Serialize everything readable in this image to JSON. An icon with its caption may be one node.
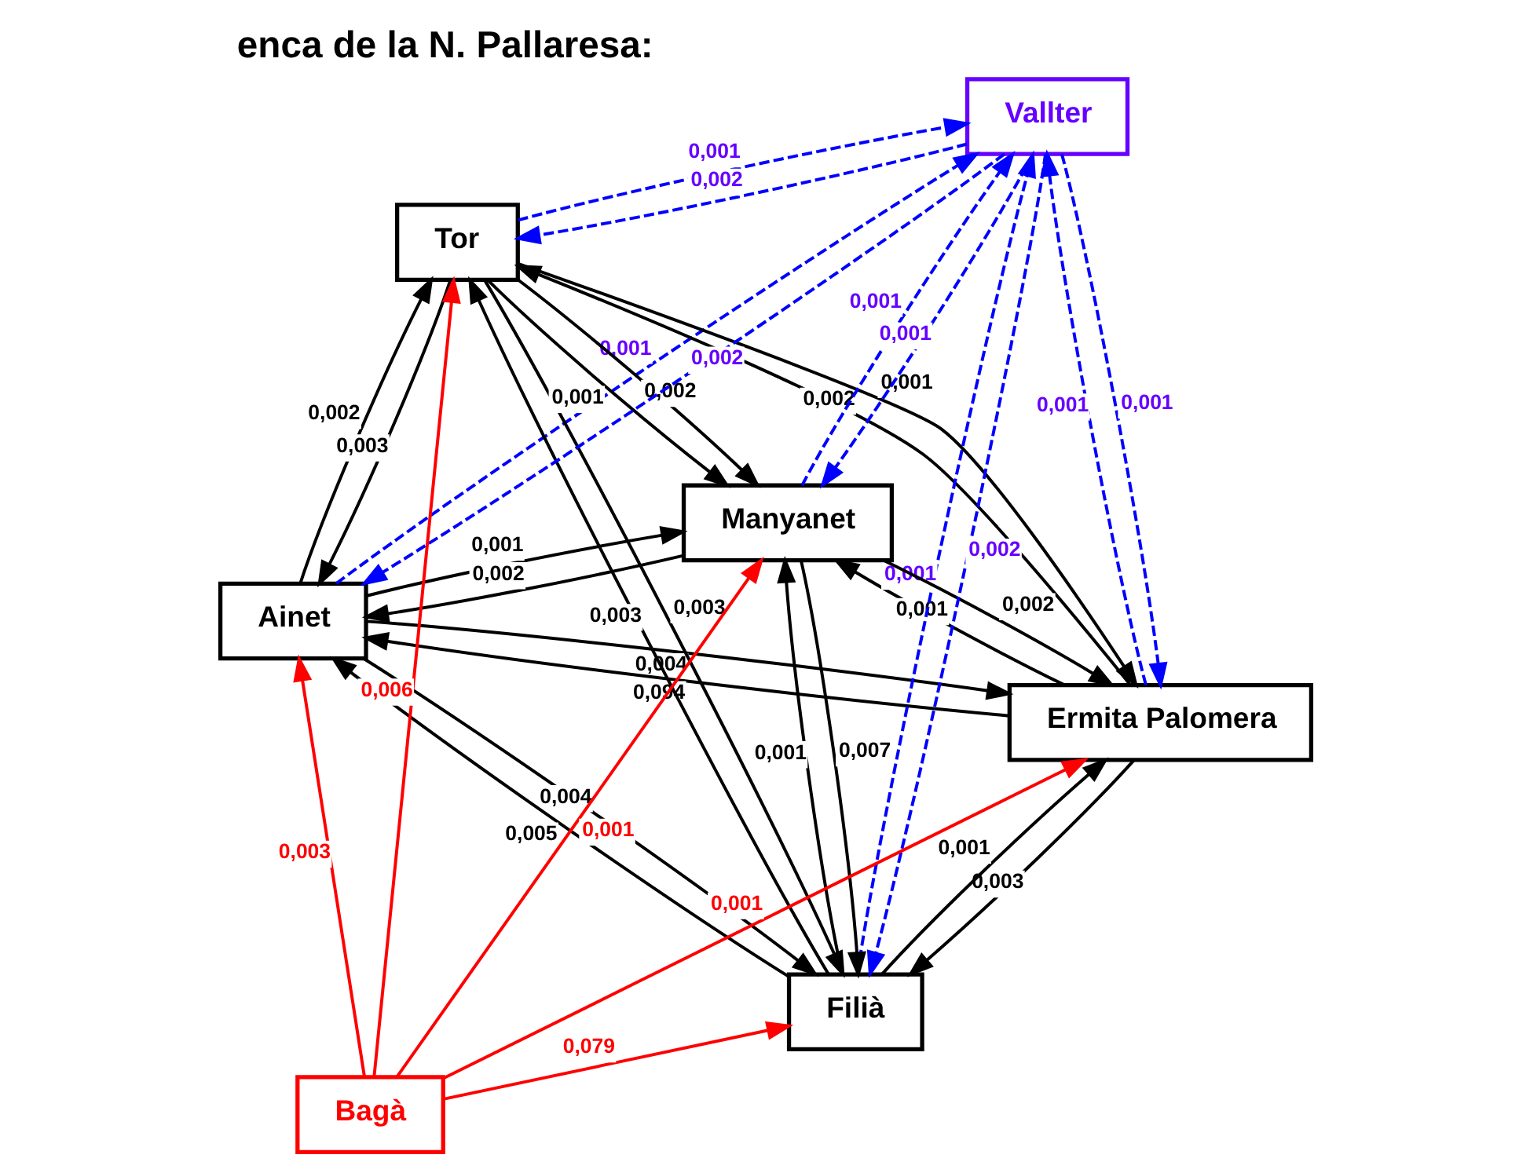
{
  "diagram": {
    "title": "enca de la N. Pallaresa:",
    "nodes": [
      {
        "text": [
          "Ainet"
        ]
      },
      {
        "text": [
          "Ermita Palomera"
        ]
      },
      {
        "text": [
          "Filià"
        ]
      },
      {
        "text": [
          "Tor"
        ]
      },
      {
        "text": [
          "Manyanet"
        ]
      },
      {
        "text": [
          "Vallter"
        ]
      },
      {
        "text": [
          "Bagà"
        ]
      }
    ],
    "edges": [
      {
        "from": 2,
        "to": 0,
        "arrow": "to",
        "label": "0,005"
      },
      {
        "from": 0,
        "to": 2,
        "arrow": "to",
        "label": "0,004"
      },
      {
        "from": 4,
        "to": 0,
        "arrow": "to",
        "label": "0,002"
      },
      {
        "from": 0,
        "to": 4,
        "arrow": "to",
        "label": "0,001"
      },
      {
        "from": 1,
        "to": 0,
        "arrow": "to",
        "label": "0,094"
      },
      {
        "from": 0,
        "to": 1,
        "arrow": "to",
        "label": "0,004"
      },
      {
        "from": 3,
        "to": 0,
        "arrow": "to",
        "label": "0,003"
      },
      {
        "from": 0,
        "to": 3,
        "arrow": "to",
        "label": "0,002"
      },
      {
        "from": 2,
        "to": 1,
        "arrow": "to",
        "label": "0,001"
      },
      {
        "from": 1,
        "to": 2,
        "arrow": "to",
        "label": "0,003"
      },
      {
        "from": 4,
        "to": 1,
        "arrow": "to",
        "label": "0,002"
      },
      {
        "from": 1,
        "to": 4,
        "arrow": "to",
        "label": "0,001"
      },
      {
        "from": 3,
        "to": 2,
        "arrow": "to",
        "label": "0,003"
      },
      {
        "from": 2,
        "to": 3,
        "arrow": "to",
        "label": "0,003"
      },
      {
        "from": 3,
        "to": 4,
        "arrow": "to",
        "label": "0,002"
      },
      {
        "from": 3,
        "to": 4,
        "arrow": "to",
        "label": "0,001"
      },
      {
        "from": 2,
        "to": 4,
        "arrow": "to",
        "label": "0,001"
      },
      {
        "from": 4,
        "to": 2,
        "arrow": "to",
        "label": "0,007"
      },
      {
        "from": 3,
        "to": 1,
        "arrow": "to",
        "label": "0,001"
      },
      {
        "from": 1,
        "to": 3,
        "arrow": "to",
        "label": "0,002"
      },
      {
        "from": 5,
        "to": 2,
        "arrow": "to",
        "label": "0,002",
        "style": "dashed",
        "color": "#0000ff"
      },
      {
        "from": 2,
        "to": 5,
        "arrow": "to",
        "label": "0,001",
        "style": "dashed",
        "color": "#0000ff"
      },
      {
        "from": 5,
        "to": 0,
        "arrow": "to",
        "label": "0,002",
        "style": "dashed",
        "color": "#0000ff"
      },
      {
        "from": 0,
        "to": 5,
        "arrow": "to",
        "label": "0,001",
        "style": "dashed",
        "color": "#0000ff"
      },
      {
        "from": 5,
        "to": 4,
        "arrow": "to",
        "label": "0,001",
        "style": "dashed",
        "color": "#0000ff"
      },
      {
        "from": 4,
        "to": 5,
        "arrow": "to",
        "label": "0,001",
        "style": "dashed",
        "color": "#0000ff"
      },
      {
        "from": 5,
        "to": 1,
        "arrow": "to",
        "label": "0,001",
        "style": "dashed",
        "color": "#0000ff"
      },
      {
        "from": 1,
        "to": 5,
        "arrow": "to",
        "label": "0,001",
        "style": "dashed",
        "color": "#0000ff"
      },
      {
        "from": 5,
        "to": 3,
        "arrow": "to",
        "label": "0,002",
        "style": "dashed",
        "color": "#0000ff"
      },
      {
        "from": 3,
        "to": 5,
        "arrow": "to",
        "label": "0,001",
        "style": "dashed",
        "color": "#0000ff"
      },
      {
        "from": 6,
        "to": 0,
        "arrow": "to",
        "label": "0,003",
        "color": "#ff0000"
      },
      {
        "from": 6,
        "to": 2,
        "arrow": "to",
        "label": "0,079",
        "color": "#ff0000"
      },
      {
        "from": 6,
        "to": 4,
        "arrow": "to",
        "label": "0,001",
        "color": "#ff0000"
      },
      {
        "from": 6,
        "to": 1,
        "arrow": "to",
        "label": "0,001",
        "color": "#ff0000"
      },
      {
        "from": 6,
        "to": 3,
        "arrow": "to",
        "label": "0,006",
        "color": "#ff0000"
      }
    ]
  }
}
